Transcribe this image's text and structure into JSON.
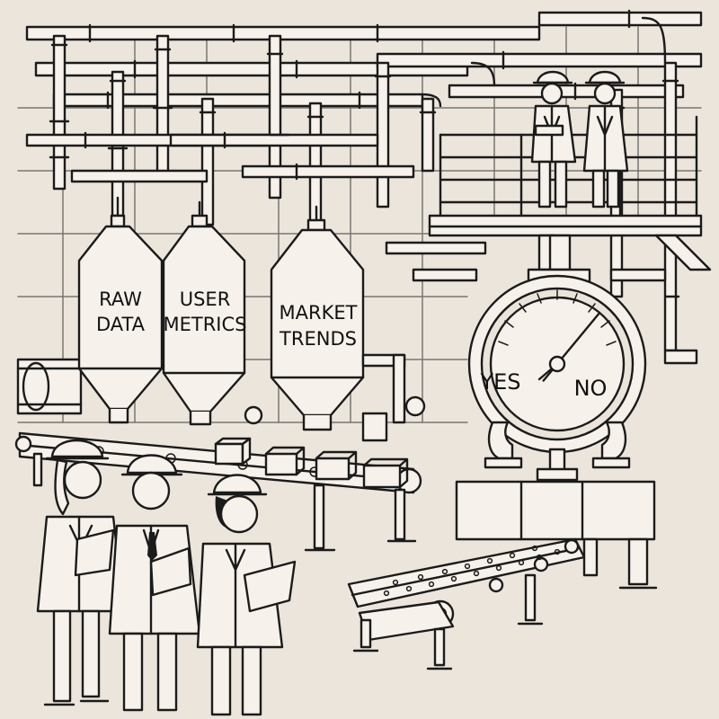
{
  "hoppers": [
    {
      "line1": "RAW",
      "line2": "DATA"
    },
    {
      "line1": "USER",
      "line2": "METRICS"
    },
    {
      "line1": "MARKET",
      "line2": "TRENDS"
    }
  ],
  "gauge": {
    "left_label": "YES",
    "right_label": "NO",
    "needle_position": 0.72
  },
  "colors": {
    "paper": "#ece5dc",
    "ink": "#1b1b1b"
  }
}
